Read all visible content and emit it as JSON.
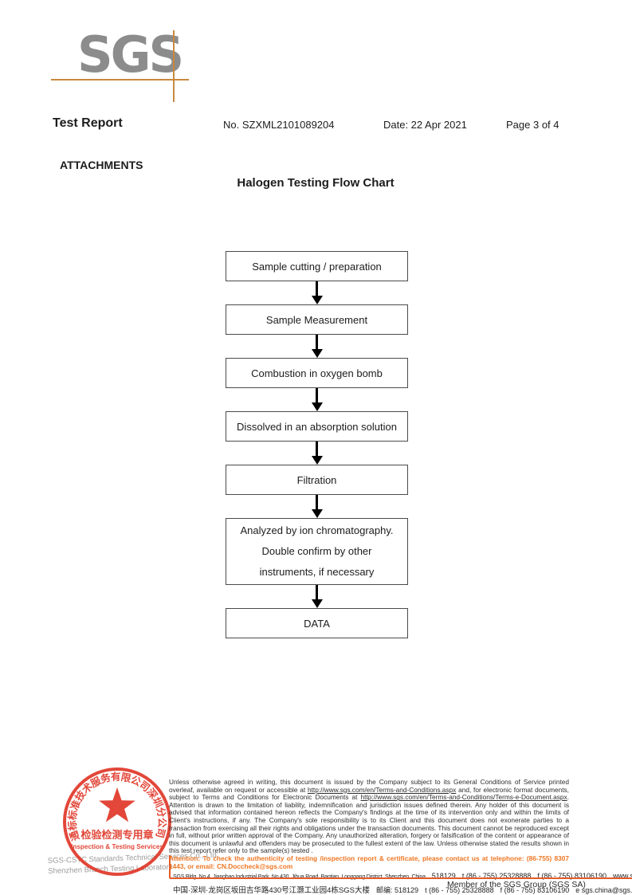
{
  "header": {
    "logo_text": "SGS",
    "title": "Test Report",
    "report_no": "No. SZXML2101089204",
    "date": "Date: 22 Apr 2021",
    "page": "Page 3 of 4",
    "attachments": "ATTACHMENTS"
  },
  "flowchart": {
    "title": "Halogen Testing Flow Chart",
    "steps": [
      "Sample cutting / preparation",
      "Sample Measurement",
      "Combustion in oxygen bomb",
      "Dissolved in an absorption solution",
      "Filtration",
      "Analyzed by ion chromatography. Double confirm by other instruments, if necessary",
      "DATA"
    ]
  },
  "stamp": {
    "arc_text": "通标标准技术服务有限公司深圳分公司",
    "seal_line1": "检验检测专用章",
    "seal_line2": "Inspection & Testing Services"
  },
  "company": {
    "line1": "SGS-CSTC Standards Technical Services Co., Ltd.",
    "line2": "Shenzhen Branch Testing Laboratory"
  },
  "legal": {
    "seg1": "Unless otherwise agreed in writing, this document is issued by the Company subject to its General Conditions of Service printed overleaf, available on request or accessible at ",
    "url1": "http://www.sgs.com/en/Terms-and-Conditions.aspx",
    "seg2": " and, for electronic format documents, subject to Terms and Conditions for Electronic Documents at ",
    "url2": "http://www.sgs.com/en/Terms-and-Conditions/Terms-e-Document.aspx",
    "seg3": ". Attention is drawn to the limitation of liability, indemnification and jurisdiction issues defined therein. Any holder of this document is advised that information contained hereon reflects the Company's findings at the time of its intervention only and within the limits of Client's instructions, if any. The Company's sole responsibility is to its Client and this document does not exonerate parties to a transaction from exercising all their rights and obligations under the transaction documents. This document cannot be reproduced except in full, without prior written approval of the Company. Any unauthorized alteration, forgery or falsification of the content or appearance of this document is unlawful and offenders may be prosecuted to the fullest extent of the law. Unless otherwise stated the results shown in this test report refer only to the sample(s) tested .",
    "attention": "Attention: To check the authenticity of testing /inspection report & certificate, please contact us at telephone: (86-755) 8307 1443, or email: CN.Doccheck@sgs.com"
  },
  "address": {
    "en": "SGS Bldg, No.4, Jianghao Industrial Park, No.430, Jihua Road, Bantian, Longgang District, Shenzhen, China",
    "en_postal": "518129",
    "en_tel": "t (86 - 755) 25328888",
    "en_fax": "f (86 - 755) 83106190",
    "en_web": "www.sgsgroup.com.cn",
    "cn": "中国·深圳·龙岗区坂田吉华路430号江灏工业园4栋SGS大楼",
    "cn_postal": "邮编: 518129",
    "cn_tel": "t (86 - 755) 25328888",
    "cn_fax": "f (86 - 755) 83106190",
    "cn_email": "e sgs.china@sgs.com"
  },
  "footer": {
    "member": "Member of the SGS Group (SGS SA)"
  },
  "colors": {
    "logo_gray": "#8c8c8c",
    "logo_line": "#c8893f",
    "stamp_red": "#e03a2b",
    "attention_orange": "#ee7623",
    "rule_orange": "#e55c28"
  }
}
